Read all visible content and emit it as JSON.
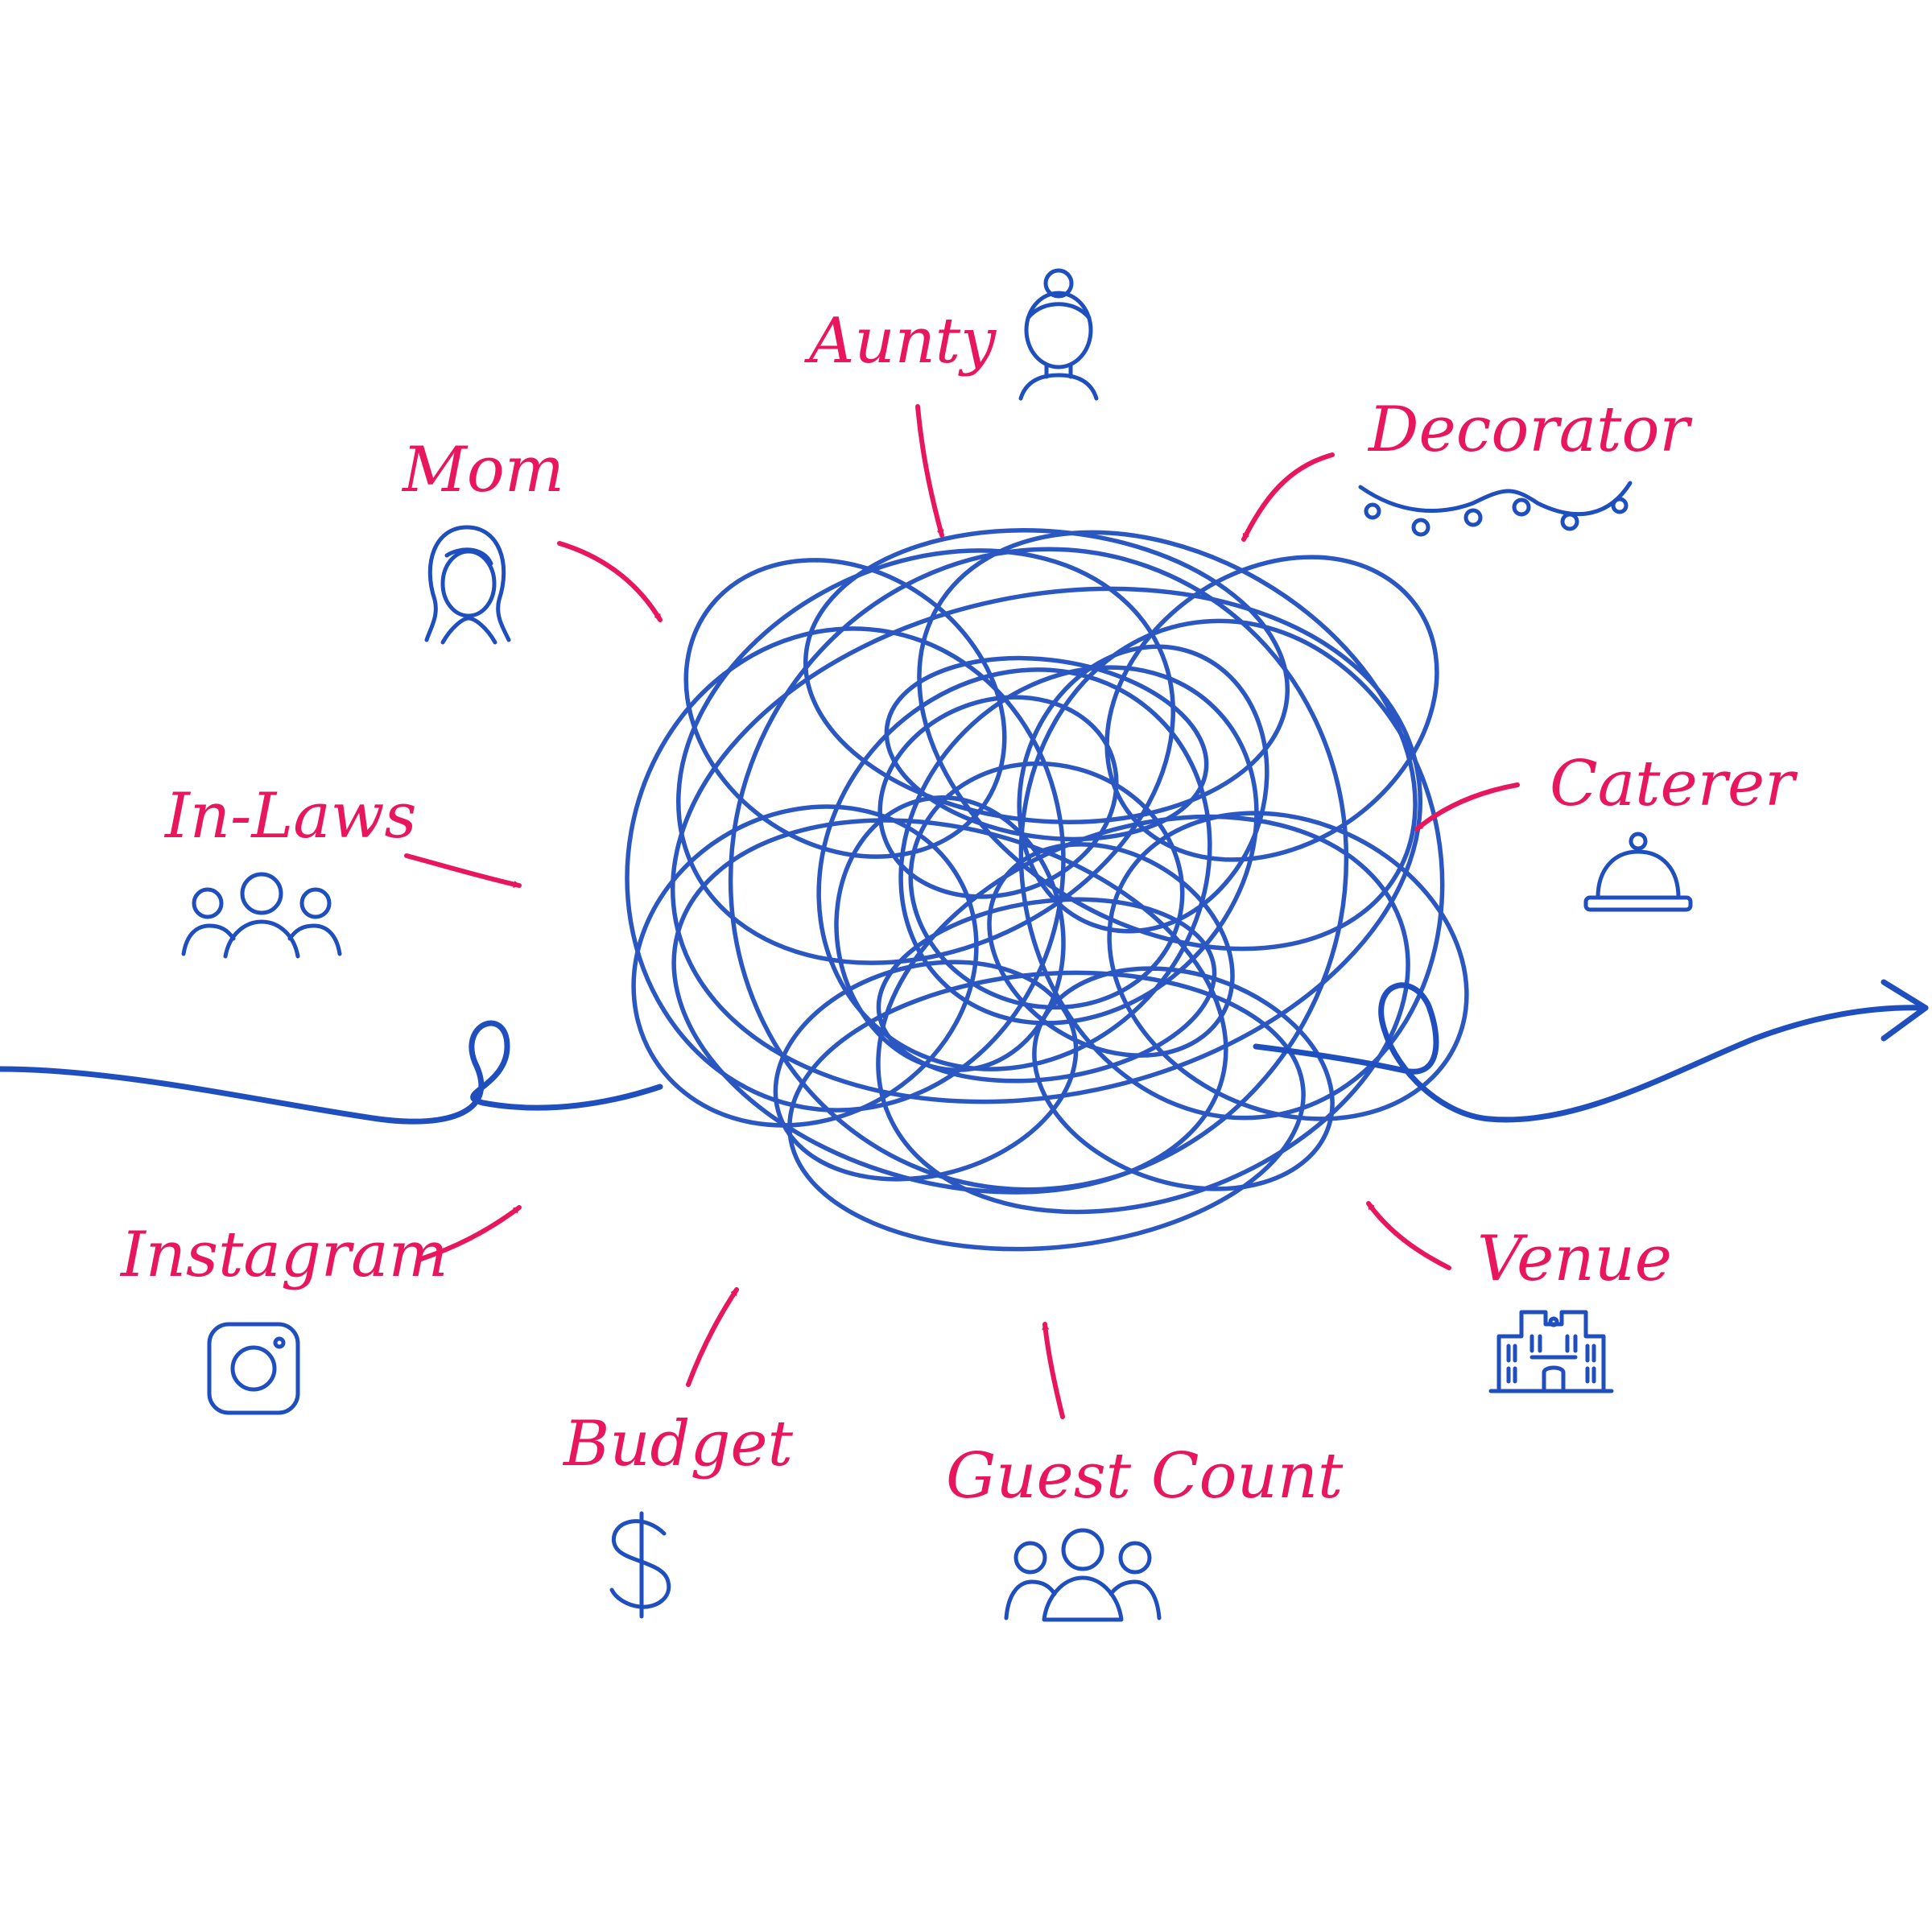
{
  "colors": {
    "background": "#ffffff",
    "label": "#e8175d",
    "arrow": "#e8175d",
    "ink": "#1f4fbf"
  },
  "labels": {
    "aunty": "Aunty",
    "mom": "Mom",
    "decorator": "Decorator",
    "in_laws": "In-Laws",
    "caterer": "Caterer",
    "instagram": "Instagram",
    "venue": "Venue",
    "budget": "Budget",
    "guest_count": "Guest Count"
  },
  "icons": {
    "aunty": "woman-with-bun-icon",
    "mom": "woman-icon",
    "decorator": "string-lights-icon",
    "in_laws": "group-icon",
    "caterer": "food-cloche-icon",
    "instagram": "instagram-icon",
    "venue": "building-icon",
    "budget": "dollar-icon",
    "guest_count": "group-icon"
  }
}
